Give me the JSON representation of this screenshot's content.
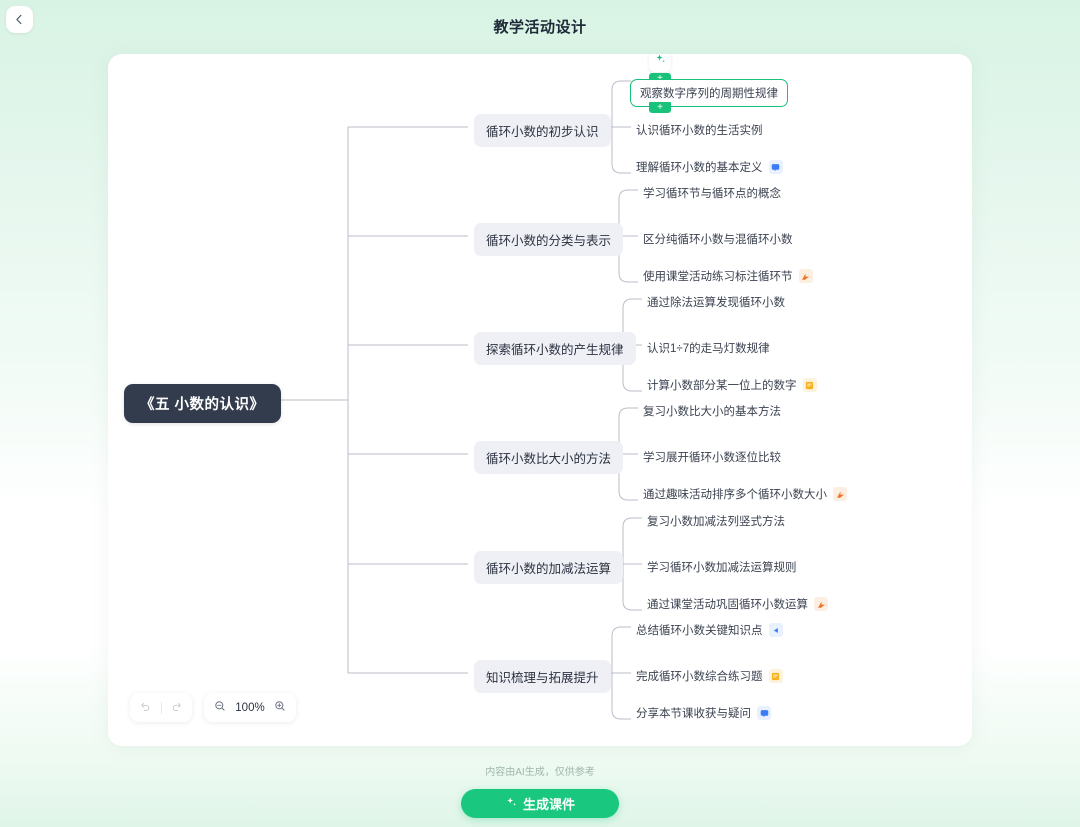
{
  "header": {
    "title": "教学活动设计",
    "back_icon": "chevron-left-icon"
  },
  "mindmap": {
    "root": {
      "label": "《五 小数的认识》"
    },
    "branches": [
      {
        "label": "循环小数的初步认识",
        "leaves": [
          {
            "label": "观察数字序列的周期性规律",
            "icon": "",
            "selected": true
          },
          {
            "label": "认识循环小数的生活实例",
            "icon": ""
          },
          {
            "label": "理解循环小数的基本定义",
            "icon": "comment-icon"
          }
        ]
      },
      {
        "label": "循环小数的分类与表示",
        "leaves": [
          {
            "label": "学习循环节与循环点的概念",
            "icon": ""
          },
          {
            "label": "区分纯循环小数与混循环小数",
            "icon": ""
          },
          {
            "label": "使用课堂活动练习标注循环节",
            "icon": "activity-icon"
          }
        ]
      },
      {
        "label": "探索循环小数的产生规律",
        "leaves": [
          {
            "label": "通过除法运算发现循环小数",
            "icon": ""
          },
          {
            "label": "认识1÷7的走马灯数规律",
            "icon": ""
          },
          {
            "label": "计算小数部分某一位上的数字",
            "icon": "note-icon"
          }
        ]
      },
      {
        "label": "循环小数比大小的方法",
        "leaves": [
          {
            "label": "复习小数比大小的基本方法",
            "icon": ""
          },
          {
            "label": "学习展开循环小数逐位比较",
            "icon": ""
          },
          {
            "label": "通过趣味活动排序多个循环小数大小",
            "icon": "activity-icon"
          }
        ]
      },
      {
        "label": "循环小数的加减法运算",
        "leaves": [
          {
            "label": "复习小数加减法列竖式方法",
            "icon": ""
          },
          {
            "label": "学习循环小数加减法运算规则",
            "icon": ""
          },
          {
            "label": "通过课堂活动巩固循环小数运算",
            "icon": "activity-icon"
          }
        ]
      },
      {
        "label": "知识梳理与拓展提升",
        "leaves": [
          {
            "label": "总结循环小数关键知识点",
            "icon": "link-icon"
          },
          {
            "label": "完成循环小数综合练习题",
            "icon": "note-icon"
          },
          {
            "label": "分享本节课收获与疑问",
            "icon": "comment-icon"
          }
        ]
      }
    ],
    "selection": {
      "ai_button_icon": "ai-sparkle-icon",
      "add_above_label": "+",
      "add_below_label": "+"
    }
  },
  "toolbar": {
    "undo_icon": "undo-icon",
    "redo_icon": "redo-icon",
    "zoom_out_icon": "zoom-out-icon",
    "zoom_in_icon": "zoom-in-icon",
    "zoom_level": "100%"
  },
  "footer": {
    "ai_note": "内容由AI生成，仅供参考",
    "generate_label": "生成课件",
    "generate_icon": "sparkle-icon"
  },
  "colors": {
    "accent_green": "#1ac77e",
    "root_bg": "#333c4d",
    "branch_bg": "#eff0f5",
    "page_bg_top": "#d8f3e4"
  }
}
